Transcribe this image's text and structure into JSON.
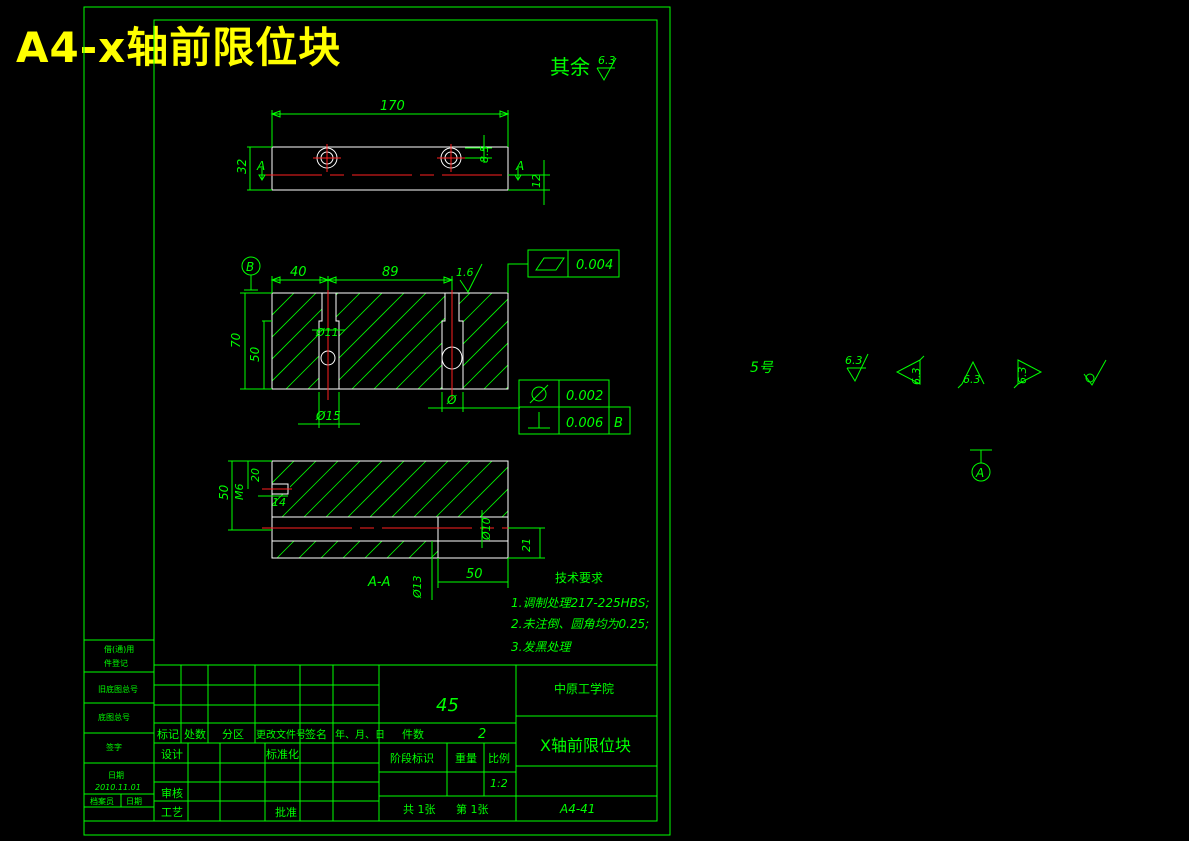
{
  "banner_title": "A4-x轴前限位块",
  "roughness_note": {
    "label": "其余",
    "value": "6.3"
  },
  "top_view": {
    "dim_length": "170",
    "dim_height": "32",
    "dim_hole_offset": "8.5",
    "dim_right": "12",
    "section_mark_left": "A",
    "section_mark_right": "A"
  },
  "front_view": {
    "datum_label": "B",
    "dim_40": "40",
    "dim_89": "89",
    "dim_70": "70",
    "dim_50": "50",
    "dim_hole_top": "Ø11",
    "dim_hole_bottom": "Ø15",
    "dim_phi": "Ø",
    "roughness": "1.6",
    "flatness_value": "0.004",
    "cyl_value": "0.002",
    "perp_value": "0.006",
    "perp_datum": "B"
  },
  "section_view": {
    "label": "A-A",
    "dim_50_left": "50",
    "dim_20": "20",
    "dim_m6": "M6",
    "dim_14": "14",
    "dim_phi10": "Ø10",
    "dim_21": "21",
    "dim_phi13": "Ø13",
    "dim_50_bottom": "50"
  },
  "tech_requirements": {
    "title": "技术要求",
    "items": [
      "1.调制处理217-225HBS;",
      "2.未注倒、圆角均为0.25;",
      "3.发黑处理"
    ]
  },
  "symbols_panel": {
    "label": "5号",
    "values": [
      "6.3",
      "6.3",
      "6.3",
      "6.3"
    ],
    "datum": "A"
  },
  "left_strip": [
    "借(通)用",
    "件登记",
    "旧底图总号",
    "底图总号",
    "签字",
    "日期",
    "2010.11.01",
    "档案员",
    "日期"
  ],
  "title_block": {
    "material": "45",
    "school": "中原工学院",
    "part_name": "X轴前限位块",
    "drawing_no": "A4-41",
    "labels": {
      "mark": "标记",
      "count": "处数",
      "zone": "分区",
      "change_doc": "更改文件号",
      "sign": "签名",
      "date": "年、月、日",
      "design": "设计",
      "standard": "标准化",
      "review": "审核",
      "process": "工艺",
      "approve": "批准",
      "qty": "件数",
      "stage": "阶段标识",
      "weight": "重量",
      "scale": "比例"
    },
    "qty_value": "2",
    "scale_value": "1:2",
    "sheets": "共 1张",
    "sheet_no": "第 1张"
  },
  "colors": {
    "line": "#00ff00",
    "title": "#ffff00",
    "center": "#ff2020",
    "part": "#ffffff",
    "background": "#000000"
  }
}
